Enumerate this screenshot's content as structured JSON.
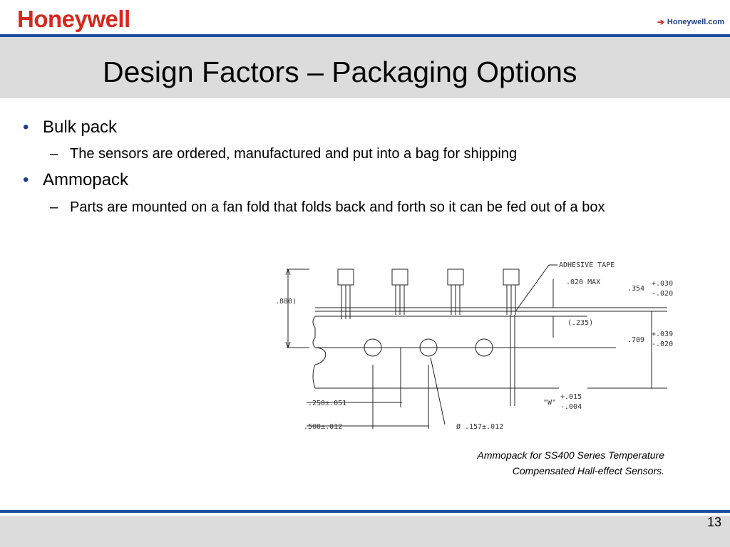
{
  "header": {
    "logo_text": "Honeywell",
    "link_text": "Honeywell.com",
    "brand_red": "#d8281e",
    "brand_blue": "#1f4e9e"
  },
  "title": "Design Factors – Packaging Options",
  "bullets": [
    {
      "text": "Bulk pack",
      "sub": "The sensors are ordered, manufactured and put into a bag for shipping"
    },
    {
      "text": "Ammopack",
      "sub": "Parts are mounted on a fan fold that folds back and forth so it can be fed out of a box"
    }
  ],
  "diagram": {
    "labels": {
      "adhesive_tape": "ADHESIVE TAPE",
      "max": ".020 MAX",
      "d880": ".880)",
      "d354": ".354",
      "d354_tol": [
        "+.030",
        "-.020"
      ],
      "d235": "(.235)",
      "d709": ".709",
      "d709_tol": [
        "+.039",
        "-.020"
      ],
      "d250": ".250±.051",
      "d500": ".500±.012",
      "dia": "Ø .157±.012",
      "w": "\"W\"",
      "w_tol": [
        "+.015",
        "-.004"
      ]
    }
  },
  "caption": [
    "Ammopack for SS400 Series Temperature",
    "Compensated Hall-effect Sensors."
  ],
  "page_number": "13"
}
